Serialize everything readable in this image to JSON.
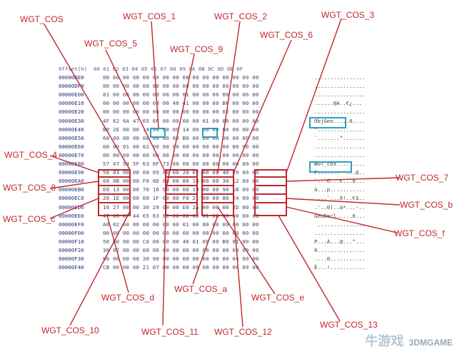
{
  "hex_header": "Offset(h)  00 01 02 03 04 05 06 07 08 09 0A 0B 0C 0D 0E 0F",
  "rows": [
    {
      "offset": "00000DE0",
      "bytes": "00 00 00 00 00 00 00 00 00 00 00 00 00 00 00 00",
      "ascii": "................"
    },
    {
      "offset": "00000DF0",
      "bytes": "00 00 00 00 00 00 00 00 00 00 00 00 00 00 00 00",
      "ascii": "................"
    },
    {
      "offset": "00000E00",
      "bytes": "01 00 00 00 00 00 00 00 01 00 00 00 00 00 00 00",
      "ascii": "................"
    },
    {
      "offset": "00000E10",
      "bytes": "00 00 00 00 00 00 00 40 41 00 00 80 BF 00 00 00",
      "ascii": "......@A..€¿..."
    },
    {
      "offset": "00000E20",
      "bytes": "00 00 00 00 00 00 00 00 00 00 00 00 02 00 00 00",
      "ascii": "................"
    },
    {
      "offset": "00000E30",
      "bytes": "4F 62 6A 47 65 6F 00 00 00 00 01 00 00 00 00 00",
      "ascii": "ObjGeo.....0...."
    },
    {
      "offset": "00000E40",
      "bytes": "B0 2E 00 00 14 00 00 00 14 00 00 00 00 00 00 00",
      "ascii": "°..............."
    },
    {
      "offset": "00000E50",
      "bytes": "60 00 00 00 00 00 00 00 B0 00 00 00 00 00 00 00",
      "ascii": "`.......°......."
    },
    {
      "offset": "00000E60",
      "bytes": "00 00 01 00 02 00 00 00 00 00 00 00 00 00 00 00",
      "ascii": "................"
    },
    {
      "offset": "00000E70",
      "bytes": "00 00 00 00 00 00 00 00 00 00 00 00 00 00 00 00",
      "ascii": "................"
    },
    {
      "offset": "00000E80",
      "bytes": "57 47 54 5F 63 6F 73 00 00 00 00 00 00 00 00 00",
      "ascii": "WGT_cos........."
    },
    {
      "offset": "00000E90",
      "bytes": "50 03 00 00 00 05 00 00 20 07 00 00 40 09 00 00",
      "ascii": "P.......  ...@.."
    },
    {
      "offset": "00000EA0",
      "bytes": "60 0B 00 00 F0 0D 00 00 80 10 00 00 30 12 00 00",
      "ascii": "`...ð...€...0..."
    },
    {
      "offset": "00000EB0",
      "bytes": "E0 13 00 00 70 16 00 00 00 19 00 00 90 1B 00 00",
      "ascii": "à...p..........."
    },
    {
      "offset": "00000EC0",
      "bytes": "20 1E 00 00 60 1F 00 00 F0 21 00 00 80 24 00 00",
      "ascii": " ...`...ð!..€$.."
    },
    {
      "offset": "00000ED0",
      "bytes": "10 27 00 00 30 29 00 00 E0 2A 00 00 00 2D 00 00",
      "ascii": ".'..0)..à*...-.."
    },
    {
      "offset": "00000EE0",
      "bytes": "47 65 6F 44 65 63 6C 00 00 00 01 00 30 00 00 00",
      "ascii": "GeoDecl.....0..."
    },
    {
      "offset": "00000EF0",
      "bytes": "A0 02 00 00 00 00 00 00 01 00 00 00 00 00 00 00",
      "ascii": " ..............."
    },
    {
      "offset": "00000F00",
      "bytes": "00 00 00 00 00 00 00 00 00 00 00 00 00 00 00 00",
      "ascii": "................"
    },
    {
      "offset": "00000F10",
      "bytes": "50 00 00 00 C0 00 00 00 40 01 00 00 B0 01 00 00",
      "ascii": "P...À...@...°..."
    },
    {
      "offset": "00000F20",
      "bytes": "30 02 00 00 00 00 00 00 00 00 00 00 00 00 00 00",
      "ascii": "0..............."
    },
    {
      "offset": "00000F30",
      "bytes": "00 00 00 00 30 00 00 00 00 00 00 00 00 04 00 00",
      "ascii": "....0..........."
    },
    {
      "offset": "00000F40",
      "bytes": "CB 00 00 00 21 07 00 00 00 00 00 00 00 00 00 00",
      "ascii": "Ë...!..........."
    }
  ],
  "labels": {
    "cos": "WGT_COS",
    "cos1": "WGT_COS_1",
    "cos2": "WGT_COS_2",
    "cos3": "WGT_COS_3",
    "cos5": "WGT_COS_5",
    "cos6": "WGT_COS_6",
    "cos9": "WGT_COS_9",
    "cos4": "WGT_COS_4",
    "cos8": "WGT_COS_8",
    "cosc": "WGT_COS_c",
    "cos7": "WGT_COS_7",
    "cosb": "WGT_COS_b",
    "cosf": "WGT_COS_f",
    "cosd": "WGT_COS_d",
    "cosa": "WGT_COS_a",
    "cose": "WGT_COS_e",
    "cos10": "WGT_COS_10",
    "cos11": "WGT_COS_11",
    "cos12": "WGT_COS_12",
    "cos13": "WGT_COS_13"
  },
  "watermark": {
    "cn": "牛游戏",
    "en": "3DMGAME"
  },
  "colors": {
    "annotation": "#c0272d",
    "highlight": "#2aa0c0"
  }
}
